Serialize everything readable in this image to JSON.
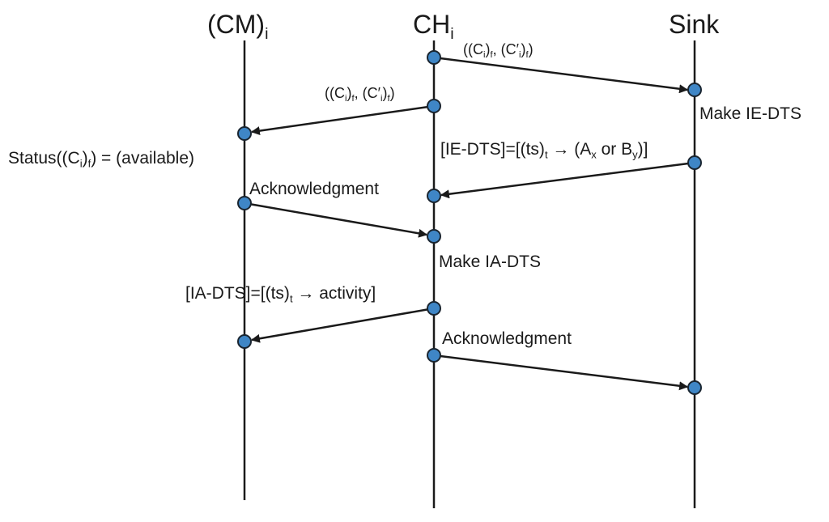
{
  "lifelines": {
    "cm": {
      "base": "(CM)",
      "sub": "i"
    },
    "ch": {
      "base": "CH",
      "sub": "i"
    },
    "sink": {
      "base": "Sink"
    }
  },
  "messages": {
    "m1": {
      "p1": "((C",
      "s1": "i",
      "p2": ")",
      "s2": "f",
      "p3": ", (C′",
      "s3": "i",
      "p4": ")",
      "s4": "f",
      "p5": ")"
    },
    "m2": {
      "p1": "((C",
      "s1": "i",
      "p2": ")",
      "s2": "f",
      "p3": ", (C′",
      "s3": "i",
      "p4": ")",
      "s4": "f",
      "p5": ")"
    },
    "make_ie": "Make IE-DTS",
    "status": {
      "p1": "Status((C",
      "s1": "i",
      "p2": ")",
      "s2": "f",
      "p3": ")  = (available)"
    },
    "ie_dts": {
      "p1": "[IE-DTS]=[(ts)",
      "s1": "t",
      "p2": " → (A",
      "s2": "x",
      "p3": " or B",
      "s3": "y",
      "p4": ")]"
    },
    "ack1": "Acknowledgment",
    "make_ia": "Make IA-DTS",
    "ia_dts": {
      "p1": "[IA-DTS]=[(ts)",
      "s1": "t",
      "p2": " → activity]"
    },
    "ack2": "Acknowledgment"
  },
  "colors": {
    "line": "#1a1a1a",
    "node_fill": "#3f86c6",
    "node_stroke": "#1a2530"
  },
  "icons": {
    "node": "circle-node",
    "arrow": "filled-arrowhead"
  }
}
